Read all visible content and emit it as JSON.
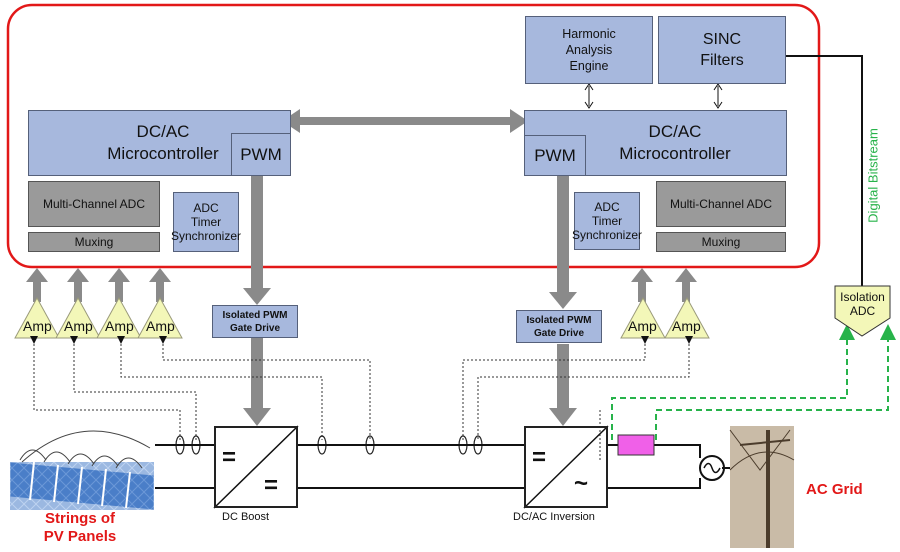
{
  "colors": {
    "block_fill": "#a7b8dd",
    "gray_block": "#9a9a9a",
    "amp_fill": "#f3f7b8",
    "border_red": "#e21818",
    "bitstream_green": "#27b34a",
    "filter_magenta": "#f060e8",
    "panel_blue": "#4a7ec8"
  },
  "blocks": {
    "harmonic": [
      "Harmonic",
      "Analysis",
      "Engine"
    ],
    "sinc": [
      "SINC",
      "Filters"
    ],
    "mcu_left": [
      "DC/AC",
      "Microcontroller"
    ],
    "mcu_right": [
      "DC/AC",
      "Microcontroller"
    ],
    "pwm": "PWM",
    "adc_multi": "Multi-Channel ADC",
    "muxing": "Muxing",
    "adc_timer": [
      "ADC",
      "Timer",
      "Synchronizer"
    ],
    "iso_pwm": [
      "Isolated PWM",
      "Gate Drive"
    ],
    "amp": "Amp",
    "iso_adc": [
      "Isolation",
      "ADC"
    ]
  },
  "labels": {
    "digital_bitstream": "Digital Bitstream",
    "dc_boost": "DC Boost",
    "dcac_inversion": "DC/AC Inversion",
    "strings": [
      "Strings of",
      "PV Panels"
    ],
    "ac_grid": "AC Grid",
    "eq_sign": "=",
    "tilde": "~"
  }
}
